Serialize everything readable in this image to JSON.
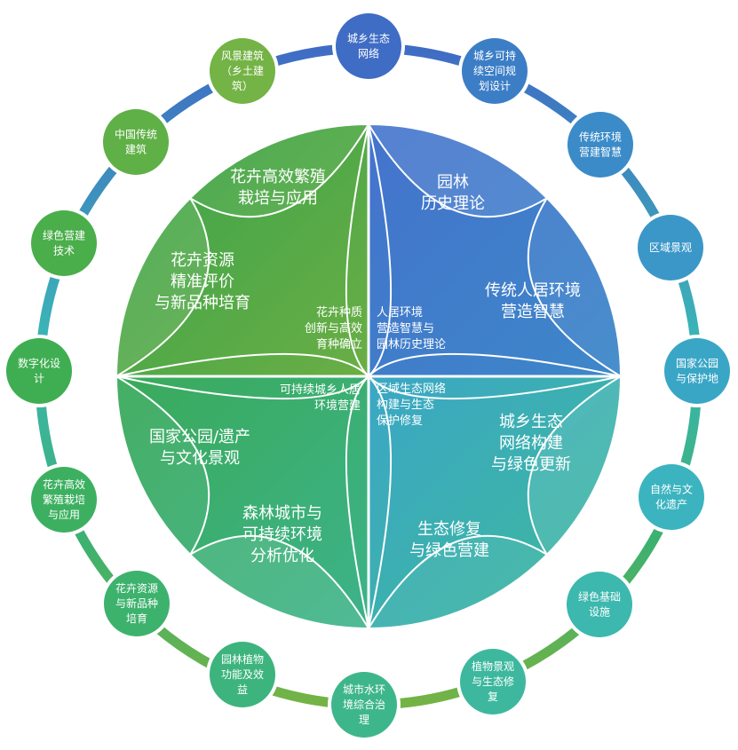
{
  "outer_nodes": [
    {
      "lines": [
        "城乡生态",
        "网络"
      ],
      "color": "#3f6cc4"
    },
    {
      "lines": [
        "城乡可持",
        "续空间规",
        "划设计"
      ],
      "color": "#3c7ec6"
    },
    {
      "lines": [
        "传统环境",
        "营建智慧"
      ],
      "color": "#3b8bc8"
    },
    {
      "lines": [
        "区域景观"
      ],
      "color": "#3b97c8"
    },
    {
      "lines": [
        "国家公园",
        "与保护地"
      ],
      "color": "#3aa6c6"
    },
    {
      "lines": [
        "自然与文",
        "化遗产"
      ],
      "color": "#3bb4bf"
    },
    {
      "lines": [
        "绿色基础",
        "设施"
      ],
      "color": "#3cb8ae"
    },
    {
      "lines": [
        "植物景观",
        "与生态修",
        "复"
      ],
      "color": "#3db89e"
    },
    {
      "lines": [
        "城市水环",
        "境综合治",
        "理"
      ],
      "color": "#3eb68c"
    },
    {
      "lines": [
        "园林植物",
        "功能及效",
        "益"
      ],
      "color": "#3db47d"
    },
    {
      "lines": [
        "花卉资源",
        "与新品种",
        "培育"
      ],
      "color": "#3db26d"
    },
    {
      "lines": [
        "花卉高效",
        "繁殖栽培",
        "与应用"
      ],
      "color": "#3cb060"
    },
    {
      "lines": [
        "数字化设",
        "计"
      ],
      "color": "#3fae52"
    },
    {
      "lines": [
        "绿色营建",
        "技术"
      ],
      "color": "#4aae4a"
    },
    {
      "lines": [
        "中国传统",
        "建筑"
      ],
      "color": "#5fb046"
    },
    {
      "lines": [
        "风景建筑",
        "（乡土建",
        "筑）"
      ],
      "color": "#74b345"
    }
  ],
  "top_left": {
    "center_label": [
      "花卉种质",
      "创新与高效",
      "育种确立"
    ],
    "petal_outer": [
      "花卉高效繁殖",
      "栽培与应用"
    ],
    "petal_inner": [
      "花卉资源",
      "精准评价",
      "与新品种培育"
    ]
  },
  "top_right": {
    "center_label": [
      "人居环境",
      "营造智慧与",
      "园林历史理论"
    ],
    "petal_outer": [
      "园林",
      "历史理论"
    ],
    "petal_inner": [
      "传统人居环境",
      "营造智慧"
    ]
  },
  "bottom_left": {
    "center_label": [
      "可持续城乡人居",
      "环境营建"
    ],
    "petal_outer": [
      "国家公园/遗产",
      "与文化景观"
    ],
    "petal_inner": [
      "森林城市与",
      "可持续环境",
      "分析优化"
    ]
  },
  "bottom_right": {
    "center_label": [
      "区域生态网络",
      "构建与生态",
      "保护修复"
    ],
    "petal_outer": [
      "城乡生态",
      "网络构建",
      "与绿色更新"
    ],
    "petal_inner": [
      "生态修复",
      "与绿色营建"
    ]
  },
  "colors": {
    "tl_gradient": [
      "#3aa44a",
      "#6aae45"
    ],
    "tr_gradient": [
      "#4473cc",
      "#3d87c9"
    ],
    "bl_gradient": [
      "#3aaa5a",
      "#3cb38a"
    ],
    "br_gradient": [
      "#3ba7c5",
      "#3db99a"
    ],
    "ring_gradient": [
      "#3f6cc4",
      "#3bb6b6",
      "#3cb170",
      "#74b345"
    ]
  }
}
